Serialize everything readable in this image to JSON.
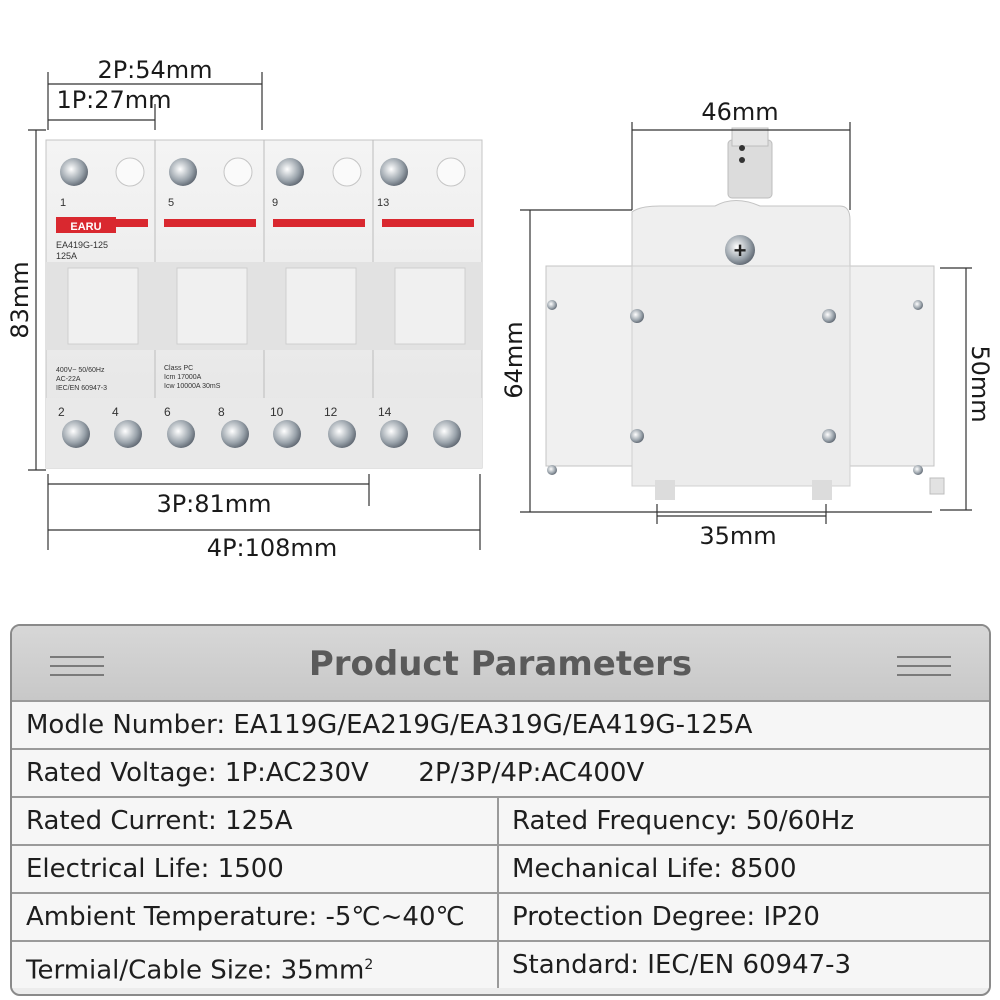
{
  "dimensions": {
    "front": {
      "width_2p": "2P:54mm",
      "width_1p": "1P:27mm",
      "height": "83mm",
      "width_3p": "3P:81mm",
      "width_4p": "4P:108mm"
    },
    "side": {
      "top_width": "46mm",
      "height_left": "64mm",
      "height_right": "50mm",
      "rail_width": "35mm"
    }
  },
  "device": {
    "brand": "EARU",
    "model": "EA419G-125",
    "current": "125A",
    "terminals_top": [
      "1",
      "5",
      "9",
      "13"
    ],
    "terminals_bottom": [
      "2",
      "4",
      "6",
      "8",
      "10",
      "12",
      "14"
    ],
    "spec_left": [
      "400V~ 50/60Hz",
      "AC-22A",
      "IEC/EN 60947-3"
    ],
    "spec_right": [
      "Class PC",
      "Icm 17000A",
      "Icw 10000A 30mS"
    ]
  },
  "params": {
    "title": "Product Parameters",
    "model_number": "Modle Number: EA119G/EA219G/EA319G/EA419G-125A",
    "rated_voltage": "Rated Voltage: 1P:AC230V      2P/3P/4P:AC400V",
    "rows": [
      {
        "left": "Rated Current: 125A",
        "right": "Rated Frequency: 50/60Hz"
      },
      {
        "left": "Electrical Life: 1500",
        "right": "Mechanical Life: 8500"
      },
      {
        "left": "Ambient Temperature: -5℃~40℃",
        "right": "Protection Degree: IP20"
      },
      {
        "left": "Termial/Cable Size: 35mm",
        "right": "Standard: IEC/EN 60947-3"
      }
    ],
    "cable_sup": "2"
  }
}
